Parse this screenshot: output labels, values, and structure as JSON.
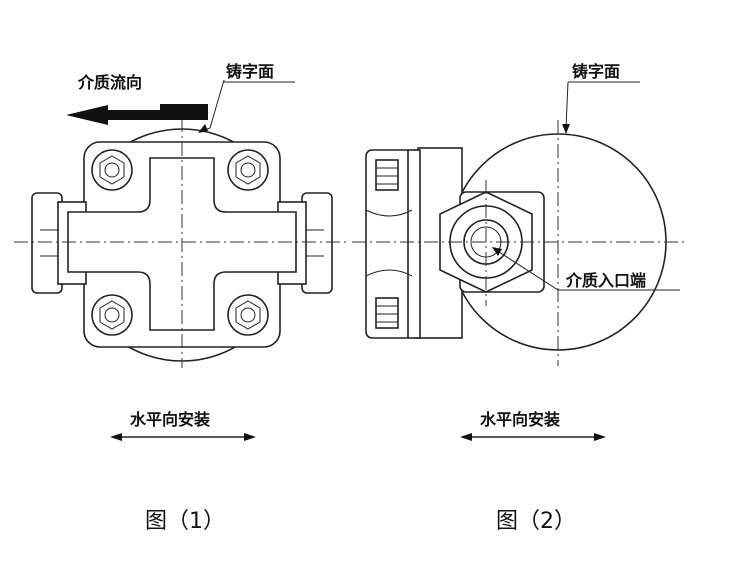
{
  "figure1": {
    "label_flow": "介质流向",
    "label_casting": "铸字面",
    "label_install": "水平向安装",
    "caption": "图（1）"
  },
  "figure2": {
    "label_casting": "铸字面",
    "label_inlet": "介质入口端",
    "label_install": "水平向安装",
    "caption": "图（2）"
  }
}
